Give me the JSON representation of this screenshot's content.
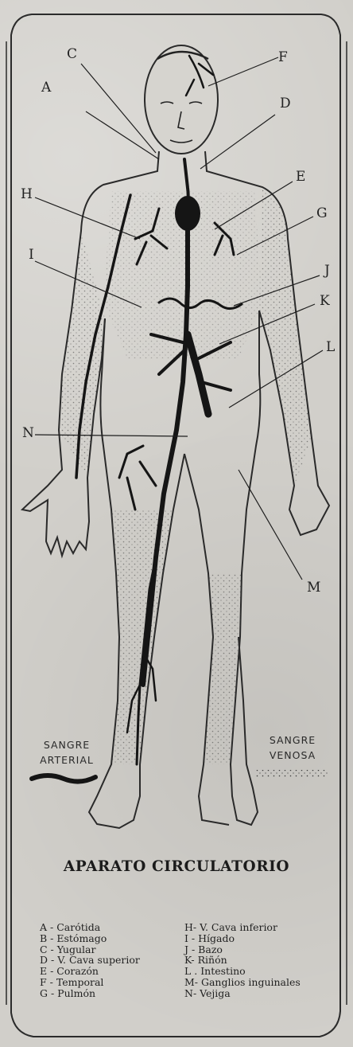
{
  "title": "APARATO CIRCULATORIO",
  "diagram_labels": [
    "A",
    "C",
    "F",
    "D",
    "E",
    "G",
    "H",
    "I",
    "J",
    "K",
    "L",
    "N",
    "M"
  ],
  "key": {
    "arterial": {
      "line1": "SANGRE",
      "line2": "ARTERIAL"
    },
    "venous": {
      "line1": "SANGRE",
      "line2": "VENOSA"
    }
  },
  "legend_left": [
    "A - Carótida",
    "B - Estómago",
    "C - Yugular",
    "D - V. Cava superior",
    "E - Corazón",
    "F - Temporal",
    "G - Pulmón"
  ],
  "legend_right": [
    "H- V. Cava inferior",
    "I - Hígado",
    "J - Bazo",
    "K- Riñón",
    "L . Intestino",
    "M- Ganglios inguinales",
    "N- Vejiga"
  ]
}
